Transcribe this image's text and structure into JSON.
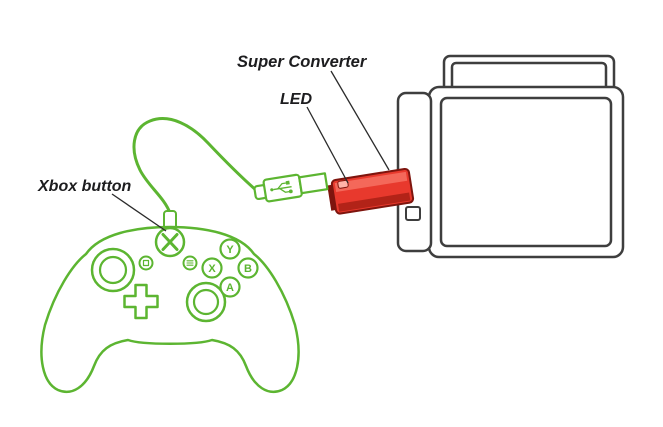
{
  "diagram": {
    "labels": {
      "super_converter": "Super Converter",
      "led": "LED",
      "xbox_button": "Xbox button"
    },
    "controller_buttons": {
      "a": "A",
      "b": "B",
      "x": "X",
      "y": "Y"
    },
    "colors": {
      "controller_green": "#5cb531",
      "converter_red": "#e8392d",
      "converter_outline": "#7e150e",
      "converter_led": "#ffb3a8",
      "dock_outline": "#3e3e3e",
      "label_text": "#1d1d1f",
      "leader_line": "#2b2b2b",
      "background": "#ffffff"
    }
  }
}
